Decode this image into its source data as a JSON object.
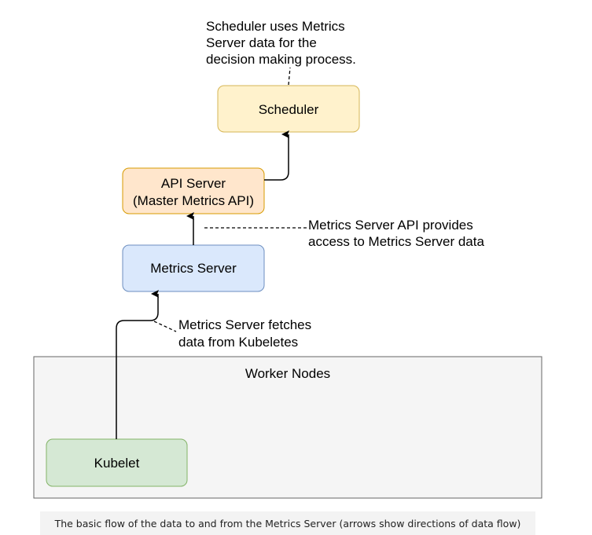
{
  "nodes": {
    "scheduler": {
      "label": "Scheduler",
      "fill": "#fff2cc",
      "stroke": "#d6b656"
    },
    "api_server": {
      "line1": "API Server",
      "line2": "(Master Metrics API)",
      "fill": "#ffe6cc",
      "stroke": "#d79b00"
    },
    "metrics_server": {
      "label": "Metrics Server",
      "fill": "#dae8fc",
      "stroke": "#6c8ebf"
    },
    "worker_nodes": {
      "label": "Worker Nodes",
      "fill": "#f5f5f5",
      "stroke": "#666666"
    },
    "kubelet": {
      "label": "Kubelet",
      "fill": "#d5e8d4",
      "stroke": "#82b366"
    }
  },
  "notes": {
    "scheduler_note": [
      "Scheduler uses Metrics",
      "Server data for the",
      "decision making process."
    ],
    "api_note": [
      "Metrics Server API provides",
      "access to Metrics Server data"
    ],
    "fetch_note": [
      "Metrics Server fetches",
      "data from Kubeletes"
    ]
  },
  "caption": "The basic flow of the data to and from the Metrics Server (arrows show directions of data flow)"
}
